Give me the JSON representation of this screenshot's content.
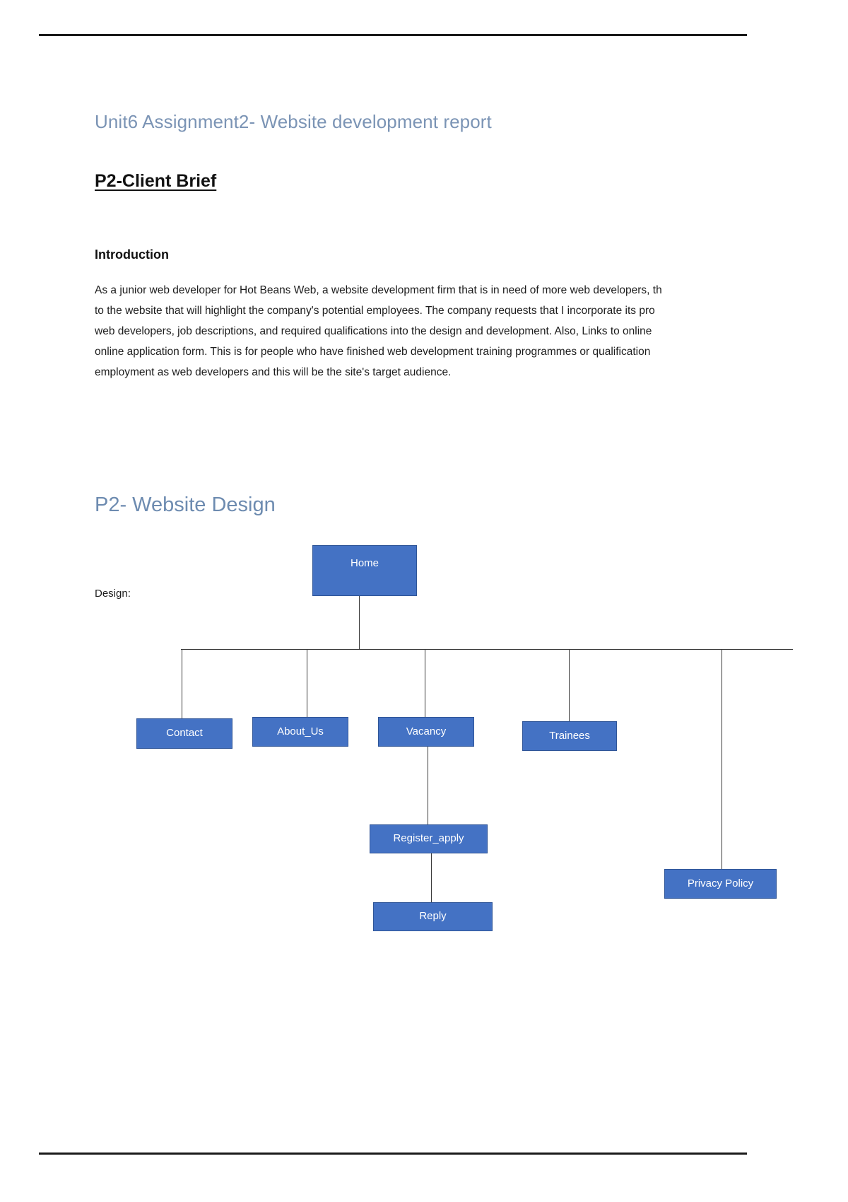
{
  "document": {
    "title": "Unit6 Assignment2- Website development report",
    "section_heading": "P2-Client Brief",
    "intro_heading": "Introduction",
    "intro_lines": [
      "As a junior web developer for Hot Beans Web, a website development firm that is in need of more web developers, th",
      "to the website that will highlight the company's potential employees. The company requests that I incorporate its pro",
      "web developers, job descriptions, and required qualifications into the design and development.  Also, Links to online",
      "online application form.  This is for people who have finished web development training programmes or qualification",
      "employment as web developers and this will be the site's target audience."
    ],
    "design_heading": "P2- Website Design",
    "design_label": "Design:"
  },
  "diagram": {
    "type": "site-map-tree",
    "node_fill": "#4472C4",
    "node_border": "#2f5597",
    "node_text_color": "#ffffff",
    "connector_color": "#3a3a3a",
    "nodes": {
      "home": "Home",
      "contact": "Contact",
      "about_us": "About_Us",
      "vacancy": "Vacancy",
      "trainees": "Trainees",
      "register_apply": "Register_apply",
      "reply": "Reply",
      "privacy_policy": "Privacy Policy"
    },
    "edges": [
      [
        "Home",
        "Contact"
      ],
      [
        "Home",
        "About_Us"
      ],
      [
        "Home",
        "Vacancy"
      ],
      [
        "Home",
        "Trainees"
      ],
      [
        "Home",
        "Privacy Policy"
      ],
      [
        "Vacancy",
        "Register_apply"
      ],
      [
        "Register_apply",
        "Reply"
      ]
    ]
  }
}
